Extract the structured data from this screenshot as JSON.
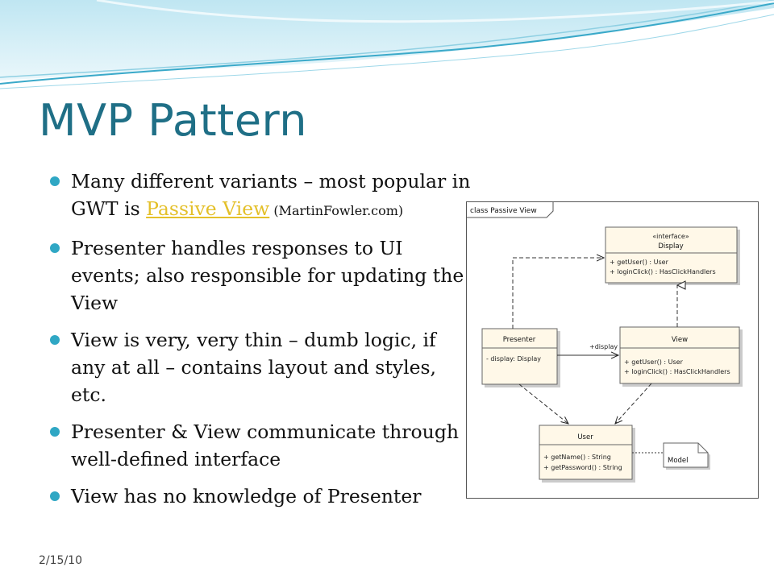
{
  "slide": {
    "title": "MVP Pattern",
    "date": "2/15/10",
    "bullets": [
      {
        "parts": [
          "Many different variants – most popular in GWT is ",
          "Passive View",
          " (MartinFowler.com)"
        ]
      },
      {
        "text": "Presenter handles responses to UI events; also responsible for updating the View"
      },
      {
        "text": "View is very, very thin – dumb logic, if any at all – contains layout and styles, etc."
      },
      {
        "text": "Presenter & View communicate through well-defined  interface"
      },
      {
        "text": "View has no knowledge of Presenter"
      }
    ]
  },
  "uml": {
    "frame_label": "class Passive View",
    "display": {
      "stereotype": "«interface»",
      "name": "Display",
      "ops": [
        "+    getUser() : User",
        "+    loginClick() : HasClickHandlers"
      ]
    },
    "presenter": {
      "name": "Presenter",
      "attrs": [
        "-    display:  Display"
      ]
    },
    "view": {
      "name": "View",
      "ops": [
        "+    getUser() : User",
        "+    loginClick() : HasClickHandlers"
      ]
    },
    "user": {
      "name": "User",
      "ops": [
        "+    getName() : String",
        "+    getPassword() : String"
      ]
    },
    "assoc_label": "+display",
    "note": "Model"
  },
  "colors": {
    "title": "#1f6f86",
    "bullet": "#2fa7c4",
    "link": "#e4c02a",
    "class_fill": "#fff8e8"
  }
}
